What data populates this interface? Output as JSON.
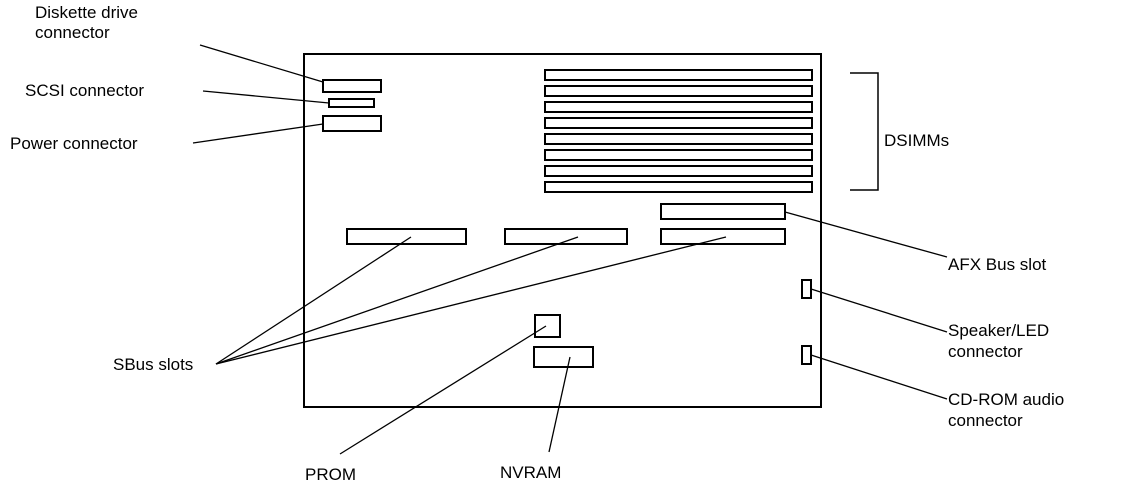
{
  "labels": {
    "diskette_line1": "Diskette drive",
    "diskette_line2": "connector",
    "scsi": "SCSI connector",
    "power": "Power connector",
    "dsimms": "DSIMMs",
    "afx": "AFX Bus slot",
    "speaker_line1": "Speaker/LED",
    "speaker_line2": "connector",
    "cdrom_line1": "CD-ROM audio",
    "cdrom_line2": "connector",
    "sbus": "SBus slots",
    "prom": "PROM",
    "nvram": "NVRAM"
  },
  "colors": {
    "line": "#000000",
    "background": "#ffffff"
  }
}
